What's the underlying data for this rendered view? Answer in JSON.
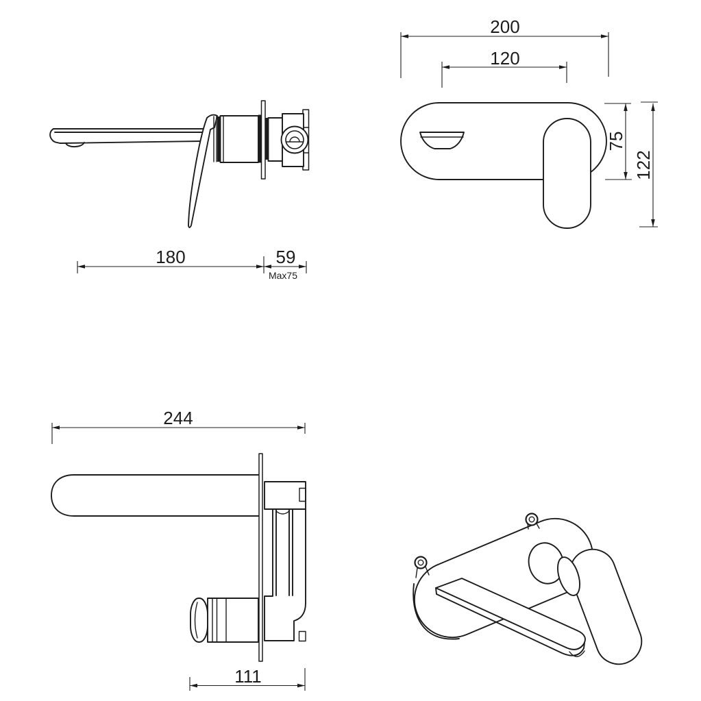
{
  "colors": {
    "background": "#ffffff",
    "line": "#1c1c1c"
  },
  "views": {
    "side_view": {
      "dimensions": {
        "spout_reach": {
          "label": "180"
        },
        "wall_section": {
          "label": "59"
        },
        "wall_note": {
          "label": "Max75"
        }
      }
    },
    "front_view": {
      "dimensions": {
        "overall_width": {
          "label": "200"
        },
        "spout_to_handle_centers": {
          "label": "120"
        },
        "backplate_height": {
          "label": "75"
        },
        "overall_height": {
          "label": "122"
        }
      }
    },
    "top_view": {
      "dimensions": {
        "overall_depth": {
          "label": "244"
        },
        "concealed_body_depth": {
          "label": "111"
        }
      }
    }
  }
}
